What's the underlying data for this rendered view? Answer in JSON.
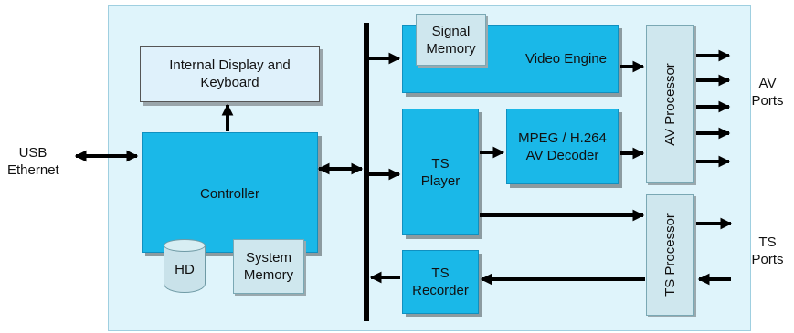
{
  "external": {
    "usb_ethernet": [
      "USB",
      "Ethernet"
    ],
    "av_ports": [
      "AV",
      "Ports"
    ],
    "ts_ports": [
      "TS",
      "Ports"
    ]
  },
  "blocks": {
    "internal_display": [
      "Internal Display and",
      "Keyboard"
    ],
    "controller": "Controller",
    "hd": "HD",
    "system_memory": [
      "System",
      "Memory"
    ],
    "signal_memory": [
      "Signal",
      "Memory"
    ],
    "video_engine": "Video Engine",
    "ts_player": [
      "TS",
      "Player"
    ],
    "mpeg_decoder": [
      "MPEG / H.264",
      "AV Decoder"
    ],
    "av_processor": "AV Processor",
    "ts_processor": "TS Processor",
    "ts_recorder": [
      "TS",
      "Recorder"
    ]
  },
  "colors": {
    "block_blue": "#1ab8e8",
    "board_background": "#dff4fb",
    "arrow": "#000000"
  }
}
